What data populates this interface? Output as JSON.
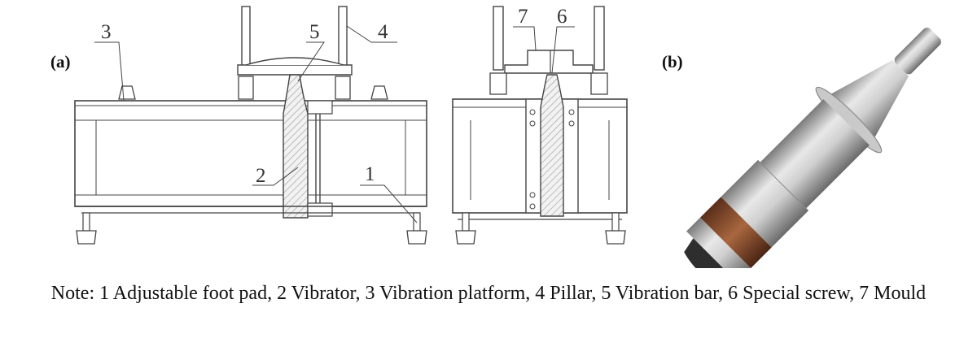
{
  "panels": {
    "a": "(a)",
    "b": "(b)"
  },
  "callouts": {
    "c1": "1",
    "c2": "2",
    "c3": "3",
    "c4": "4",
    "c5": "5",
    "c6": "6",
    "c7": "7"
  },
  "note": "Note: 1 Adjustable foot pad, 2 Vibrator, 3 Vibration platform, 4 Pillar, 5 Vibration bar, 6 Special screw, 7 Mould"
}
